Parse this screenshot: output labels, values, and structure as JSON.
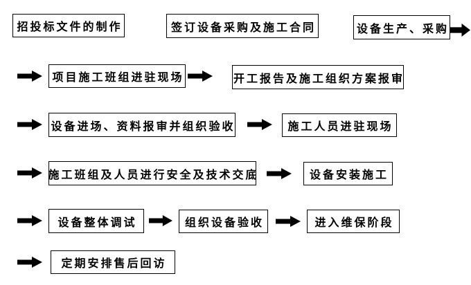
{
  "colors": {
    "bg": "#ffffff",
    "border": "#000000",
    "text": "#000000",
    "arrow": "#000000"
  },
  "icons": {
    "flow_arrow": "right-block-arrow"
  },
  "nodes": {
    "bid_docs": "招投标文件的制作",
    "sign_contract": "签订设备采购及施工合同",
    "equipment_production": "设备生产、采购",
    "crew_onsite": "项目施工班组进驻现场",
    "start_report": "开工报告及施工组织方案报审",
    "equipment_arrival": "设备进场、资料报审并组织验收",
    "personnel_onsite": "施工人员进驻现场",
    "safety_briefing": "施工班组及人员进行安全及技术交底",
    "installation": "设备安装施工",
    "commissioning": "设备整体调试",
    "acceptance": "组织设备验收",
    "maintenance": "进入维保阶段",
    "followup": "定期安排售后回访"
  }
}
